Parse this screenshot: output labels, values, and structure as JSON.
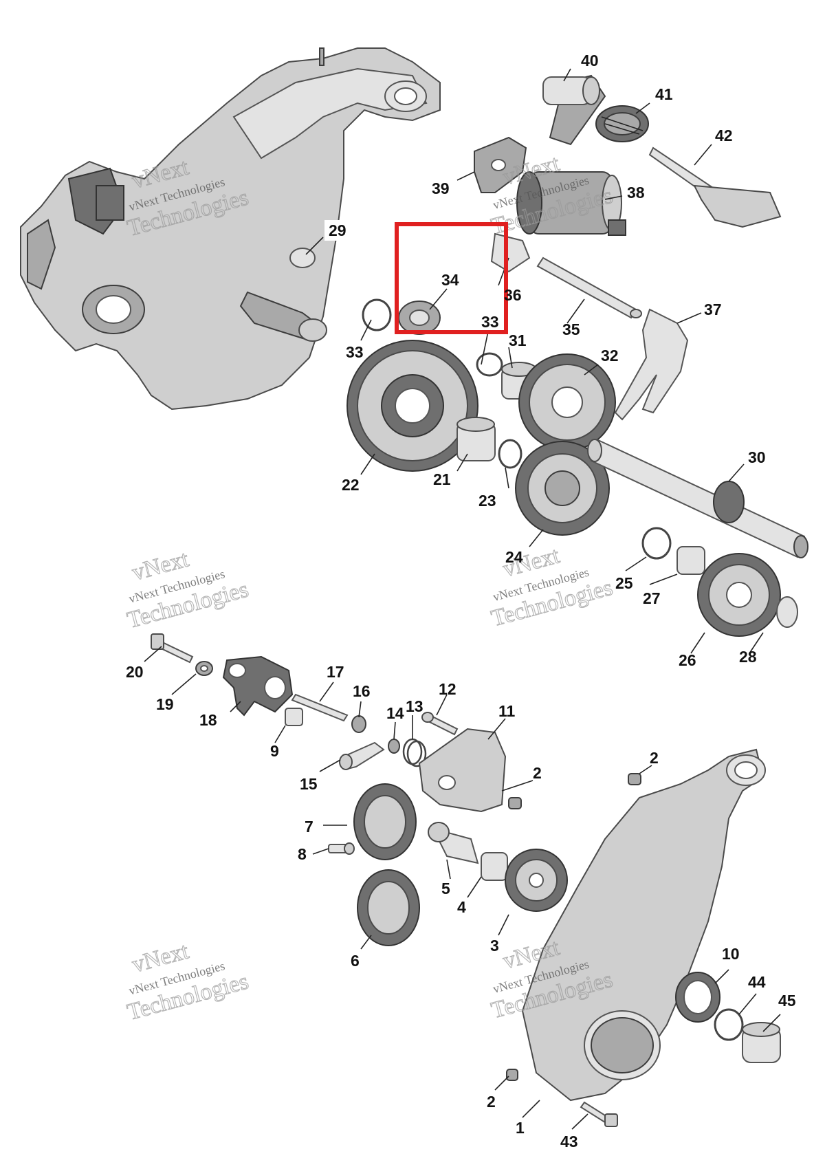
{
  "watermark": {
    "line1": "vNext Technologies",
    "line2": "Technologies",
    "line3": "vNext"
  },
  "highlight_color": "#e02020",
  "callouts": {
    "n1": "1",
    "n2a": "2",
    "n2b": "2",
    "n2c": "2",
    "n3": "3",
    "n4": "4",
    "n5": "5",
    "n6": "6",
    "n7": "7",
    "n8": "8",
    "n9": "9",
    "n10": "10",
    "n11": "11",
    "n12": "12",
    "n13": "13",
    "n14": "14",
    "n15": "15",
    "n16": "16",
    "n17": "17",
    "n18": "18",
    "n19": "19",
    "n20": "20",
    "n21": "21",
    "n22": "22",
    "n23": "23",
    "n24": "24",
    "n25": "25",
    "n26": "26",
    "n27": "27",
    "n28": "28",
    "n29": "29",
    "n30": "30",
    "n31": "31",
    "n32": "32",
    "n33a": "33",
    "n33b": "33",
    "n34": "34",
    "n35": "35",
    "n36": "36",
    "n37": "37",
    "n38": "38",
    "n39": "39",
    "n40": "40",
    "n41": "41",
    "n42": "42",
    "n43": "43",
    "n44": "44",
    "n45": "45"
  }
}
